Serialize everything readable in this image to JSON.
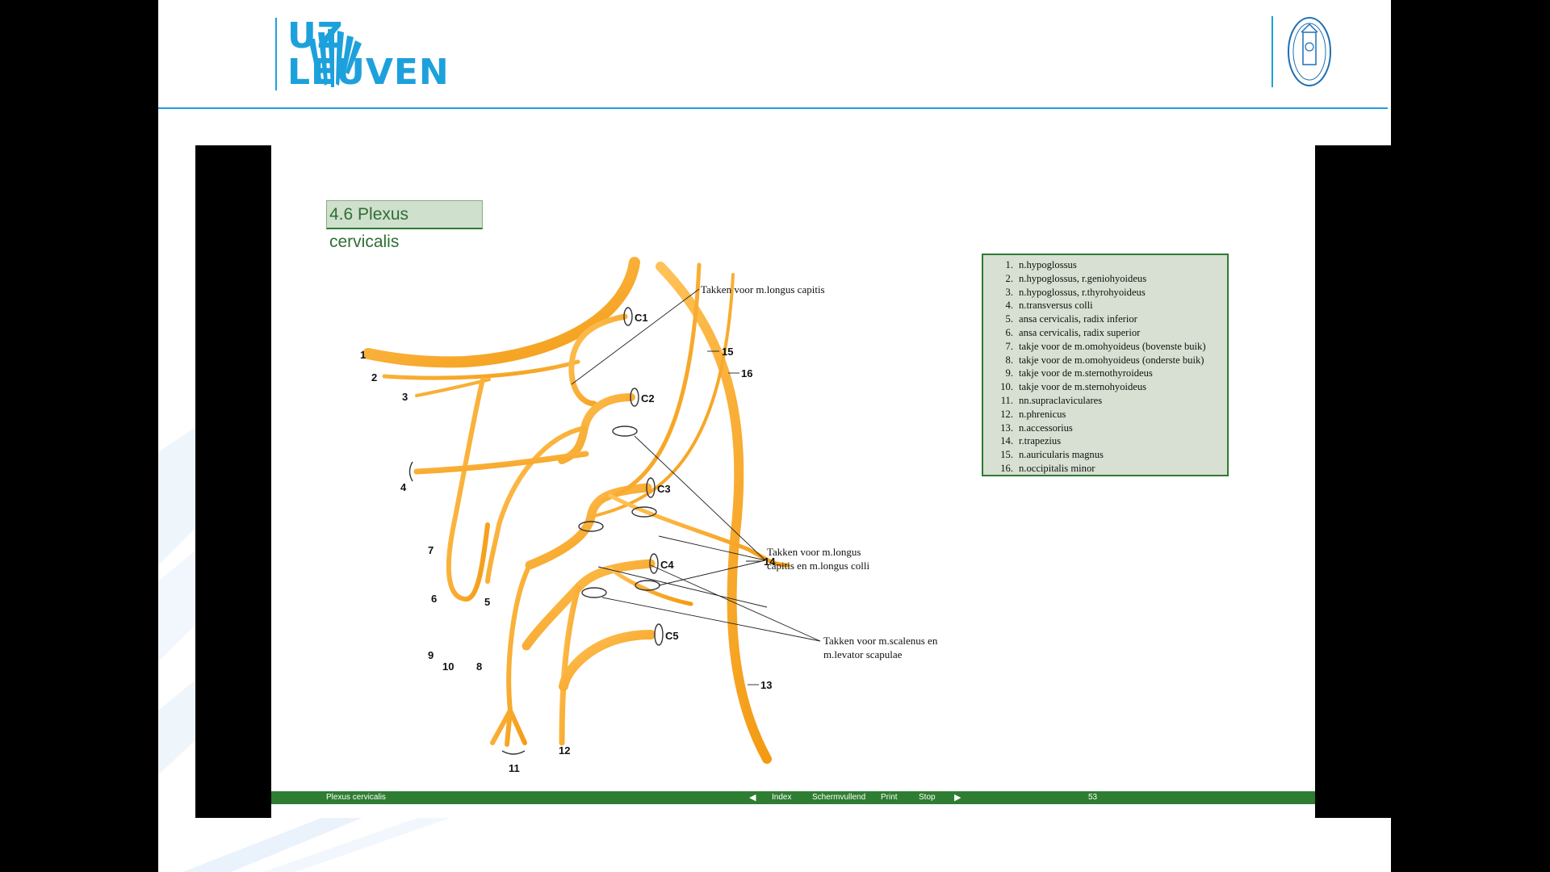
{
  "header": {
    "logo_line1": "UZ",
    "logo_line2": "LEUVEN"
  },
  "page": {
    "section_title": "4.6 Plexus cervicalis",
    "legend": [
      {
        "num": "1.",
        "text": "n.hypoglossus"
      },
      {
        "num": "2.",
        "text": "n.hypoglossus, r.geniohyoideus"
      },
      {
        "num": "3.",
        "text": "n.hypoglossus, r.thyrohyoideus"
      },
      {
        "num": "4.",
        "text": "n.transversus colli"
      },
      {
        "num": "5.",
        "text": "ansa cervicalis, radix inferior"
      },
      {
        "num": "6.",
        "text": "ansa cervicalis, radix superior"
      },
      {
        "num": "7.",
        "text": "takje voor de m.omohyoideus (bovenste buik)"
      },
      {
        "num": "8.",
        "text": "takje voor de m.omohyoideus (onderste buik)"
      },
      {
        "num": "9.",
        "text": "takje voor de m.sternothyroideus"
      },
      {
        "num": "10.",
        "text": "takje voor de m.sternohyoideus"
      },
      {
        "num": "11.",
        "text": "nn.supraclaviculares"
      },
      {
        "num": "12.",
        "text": "n.phrenicus"
      },
      {
        "num": "13.",
        "text": "n.accessorius"
      },
      {
        "num": "14.",
        "text": "r.trapezius"
      },
      {
        "num": "15.",
        "text": "n.auricularis magnus"
      },
      {
        "num": "16.",
        "text": "n.occipitalis minor"
      }
    ],
    "diagram": {
      "nerve_color": "#f5a623",
      "roots": [
        "C1",
        "C2",
        "C3",
        "C4",
        "C5"
      ],
      "numbers": [
        "1",
        "2",
        "3",
        "4",
        "5",
        "6",
        "7",
        "8",
        "9",
        "10",
        "11",
        "12",
        "13",
        "14",
        "15",
        "16"
      ],
      "annotations": {
        "longus_capitis": "Takken voor m.longus capitis",
        "longus_colli_line1": "Takken   voor   m.longus",
        "longus_colli_line2": "capitis en m.longus colli",
        "scalenus_line1": "Takken voor m.scalenus en",
        "scalenus_line2": "m.levator scapulae"
      }
    },
    "footer": {
      "title": "Plexus cervicalis",
      "index": "Index",
      "fullscreen": "Schermvullend",
      "print": "Print",
      "stop": "Stop",
      "prev_icon": "prev-arrow-icon",
      "next_icon": "next-arrow-icon",
      "page_number": "53"
    }
  }
}
